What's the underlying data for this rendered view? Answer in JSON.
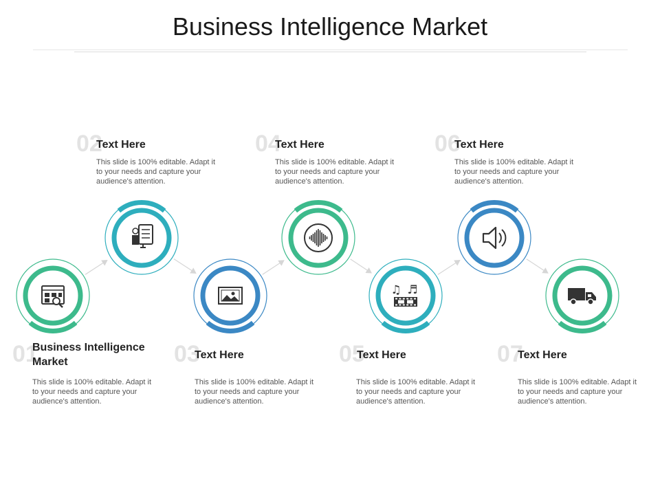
{
  "title": "Business Intelligence Market",
  "colors": {
    "green": "#3dba8c",
    "teal": "#2eaebd",
    "blue": "#3b88c4",
    "icon": "#333333",
    "arrow": "#d6d6d6"
  },
  "steps": [
    {
      "number": "01",
      "heading": "Business Intelligence Market",
      "description": "This slide is 100% editable. Adapt it to your needs and capture your audience's attention.",
      "icon": "dashboard-search-icon",
      "color": "green"
    },
    {
      "number": "02",
      "heading": "Text Here",
      "description": "This slide is 100% editable. Adapt it to your needs and capture your audience's attention.",
      "icon": "report-document-icon",
      "color": "teal"
    },
    {
      "number": "03",
      "heading": "Text Here",
      "description": "This slide is 100% editable. Adapt it to your needs and capture your audience's attention.",
      "icon": "image-frame-icon",
      "color": "blue"
    },
    {
      "number": "04",
      "heading": "Text Here",
      "description": "This slide is 100% editable. Adapt it to your needs and capture your audience's attention.",
      "icon": "sound-wave-icon",
      "color": "green"
    },
    {
      "number": "05",
      "heading": "Text Here",
      "description": "This slide is 100% editable. Adapt it to your needs and capture your audience's attention.",
      "icon": "music-film-icon",
      "color": "teal"
    },
    {
      "number": "06",
      "heading": "Text Here",
      "description": "This slide is 100% editable. Adapt it to your needs and capture your audience's attention.",
      "icon": "speaker-icon",
      "color": "blue"
    },
    {
      "number": "07",
      "heading": "Text Here",
      "description": "This slide is 100% editable. Adapt it to your needs and capture your audience's attention.",
      "icon": "delivery-truck-icon",
      "color": "green"
    }
  ]
}
